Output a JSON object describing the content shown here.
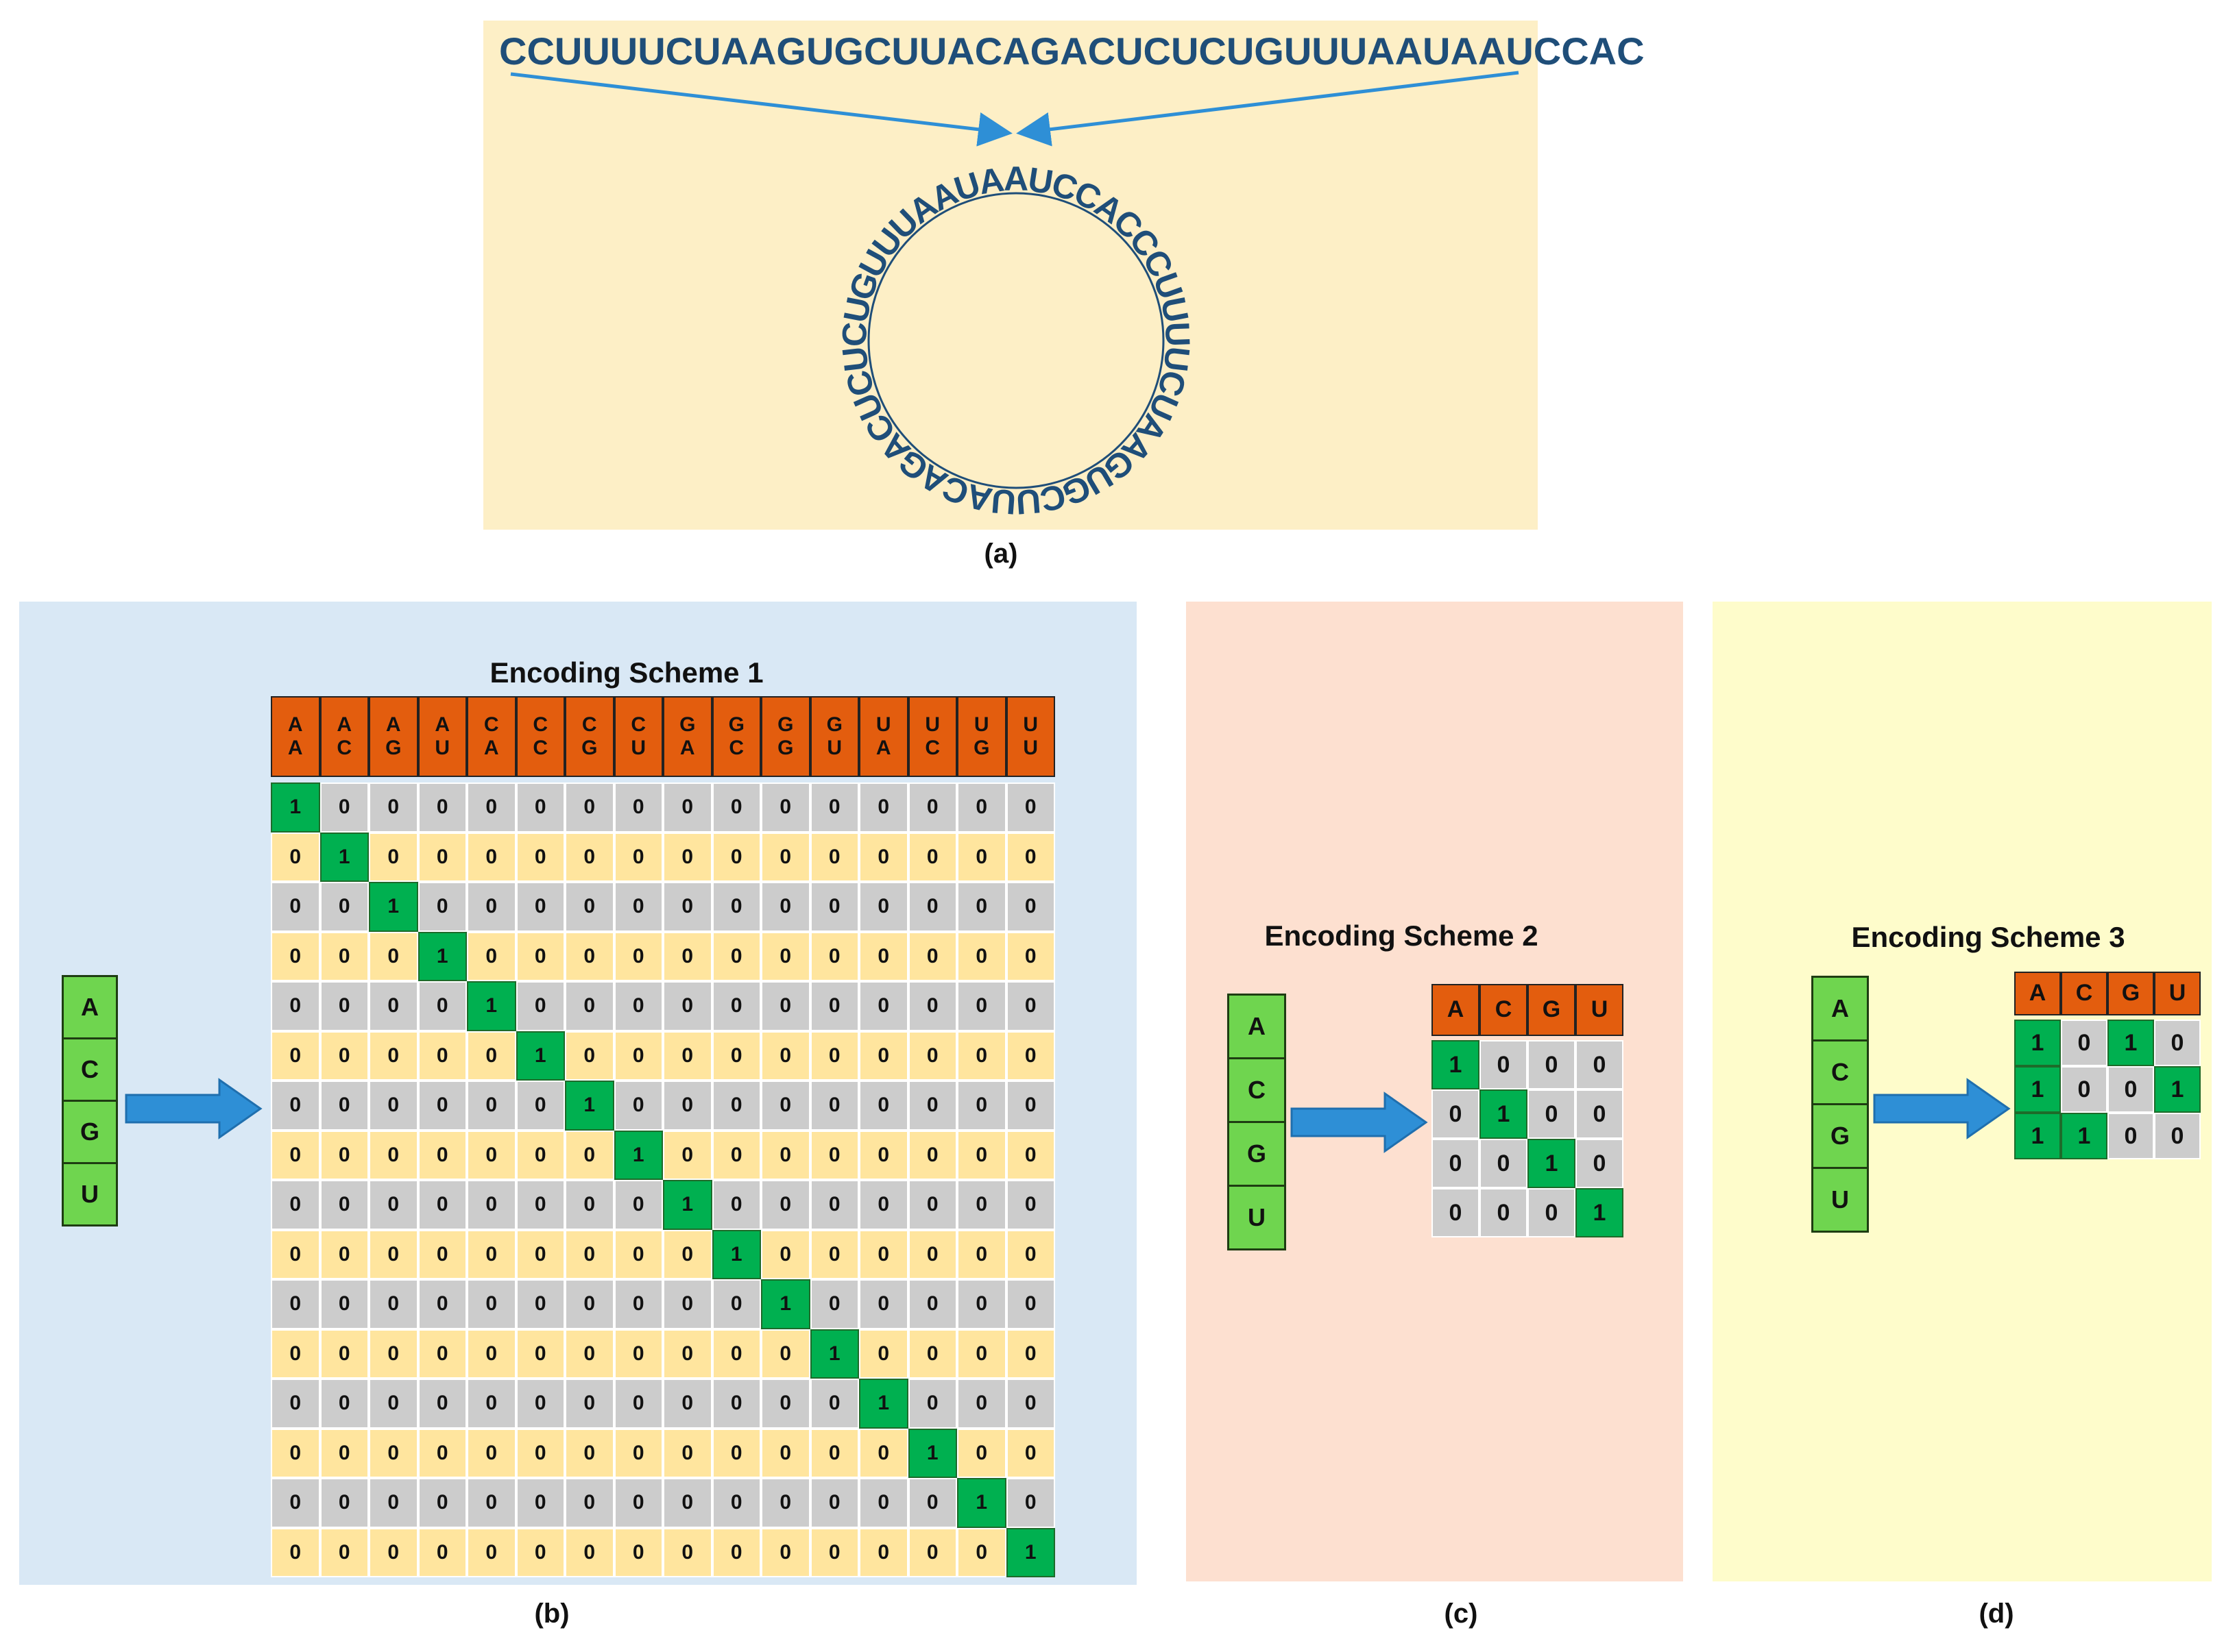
{
  "panel_a": {
    "sequence": "CCUUUUCUAAGUGCUUACAGACUCUCUGUUUAAUAAUCCAC",
    "circle_sequence": "CCUUUUCUAAGUGCUUACAGACUCUCUGUUUAAUAAUCCAC",
    "highlight_letter": "C",
    "caption": "(a)"
  },
  "panel_b": {
    "title": "Encoding Scheme 1",
    "caption": "(b)",
    "dinucleotides": [
      [
        "A",
        "A"
      ],
      [
        "A",
        "C"
      ],
      [
        "A",
        "G"
      ],
      [
        "A",
        "U"
      ],
      [
        "C",
        "A"
      ],
      [
        "C",
        "C"
      ],
      [
        "C",
        "G"
      ],
      [
        "C",
        "U"
      ],
      [
        "G",
        "A"
      ],
      [
        "G",
        "C"
      ],
      [
        "G",
        "G"
      ],
      [
        "G",
        "U"
      ],
      [
        "U",
        "A"
      ],
      [
        "U",
        "C"
      ],
      [
        "U",
        "G"
      ],
      [
        "U",
        "U"
      ]
    ],
    "size": 16
  },
  "panel_c": {
    "title": "Encoding Scheme 2",
    "caption": "(c)",
    "headers": [
      "A",
      "C",
      "G",
      "U"
    ],
    "rows": [
      [
        1,
        0,
        0,
        0
      ],
      [
        0,
        1,
        0,
        0
      ],
      [
        0,
        0,
        1,
        0
      ],
      [
        0,
        0,
        0,
        1
      ]
    ]
  },
  "panel_d": {
    "title": "Encoding Scheme 3",
    "caption": "(d)",
    "headers": [
      "A",
      "C",
      "G",
      "U"
    ],
    "rows": [
      [
        1,
        0,
        1,
        0
      ],
      [
        1,
        0,
        0,
        1
      ],
      [
        1,
        1,
        0,
        0
      ]
    ]
  },
  "nucleotides": [
    "A",
    "C",
    "G",
    "U"
  ],
  "colors": {
    "panel_a_bg": "#fdefc6",
    "panel_b_bg": "#d9e8f5",
    "panel_c_bg": "#fde0d0",
    "panel_d_bg": "#fefccb",
    "sequence_text": "#1f4e79",
    "highlight": "#2ecc40",
    "arrow": "#2e8fd6",
    "header": "#e35d0e",
    "one_cell": "#00b050",
    "nucleotide_box": "#6fd54f"
  }
}
